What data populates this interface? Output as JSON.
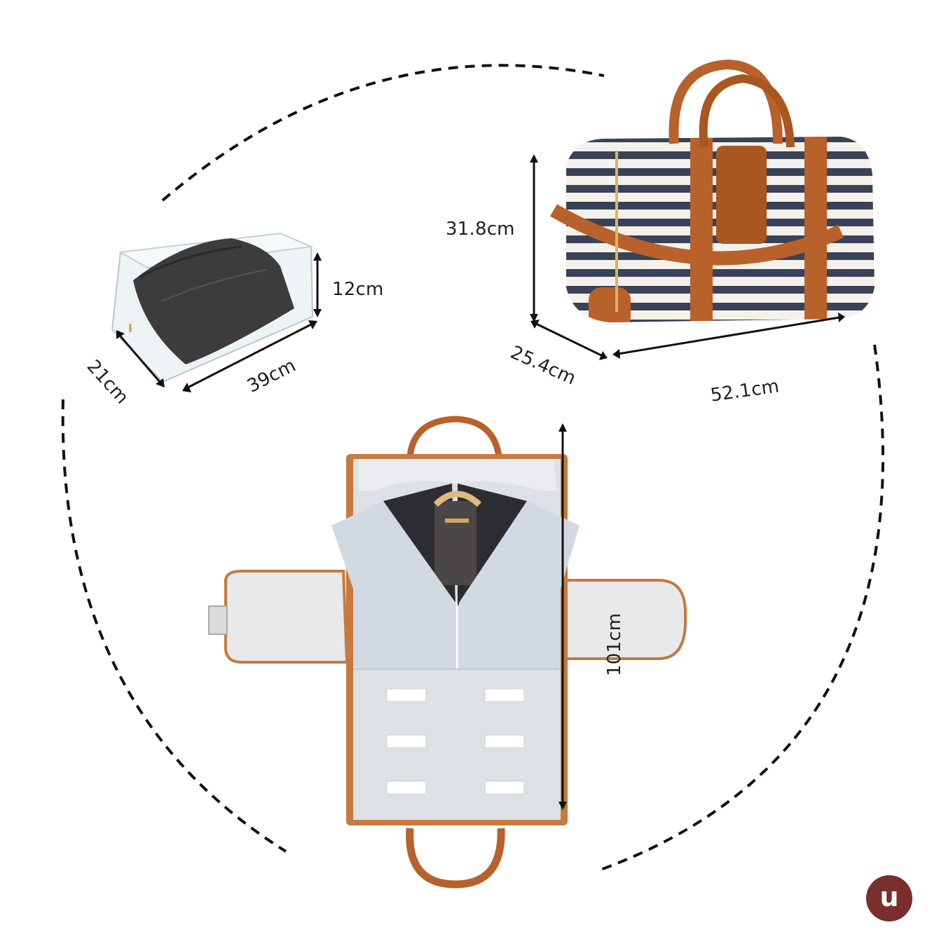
{
  "dimensions": {
    "shoe_bag_height": "12cm",
    "shoe_bag_depth": "21cm",
    "shoe_bag_width": "39cm",
    "duffel_height": "31.8cm",
    "duffel_depth": "25.4cm",
    "duffel_width": "52.1cm",
    "garment_length": "101cm"
  },
  "brand": {
    "logo_mark": "u",
    "logo_color": "#7a2f2c"
  },
  "colors": {
    "leather": "#b8612a",
    "stripe_navy": "#3a4258",
    "lining_gray": "#dde0e4",
    "dashed_arc": "#111111"
  }
}
